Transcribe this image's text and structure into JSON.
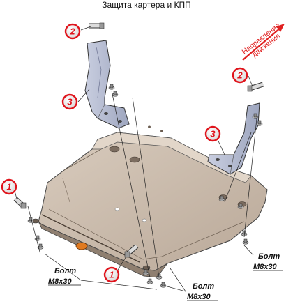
{
  "title": "Защита картера и КПП",
  "direction_label": [
    "Направление",
    "движения"
  ],
  "callouts": [
    {
      "id": "c2a",
      "number": "2"
    },
    {
      "id": "c3a",
      "number": "3"
    },
    {
      "id": "c2b",
      "number": "2"
    },
    {
      "id": "c3b",
      "number": "3"
    },
    {
      "id": "c1a",
      "number": "1"
    },
    {
      "id": "c1b",
      "number": "1"
    }
  ],
  "bolt_labels": [
    {
      "id": "b1",
      "line1": "Болт",
      "line2": "M8x30"
    },
    {
      "id": "b2",
      "line1": "Болт",
      "line2": "M8x30"
    },
    {
      "id": "b3",
      "line1": "Болт",
      "line2": "M8x30"
    }
  ],
  "colors": {
    "callout_red": "#e0141c",
    "plate": "#cdbfb0",
    "plate_shadow": "#a59484",
    "bracket": "#b9bfd2",
    "bracket_shadow": "#8c93aa",
    "arrow": "#e02020"
  }
}
